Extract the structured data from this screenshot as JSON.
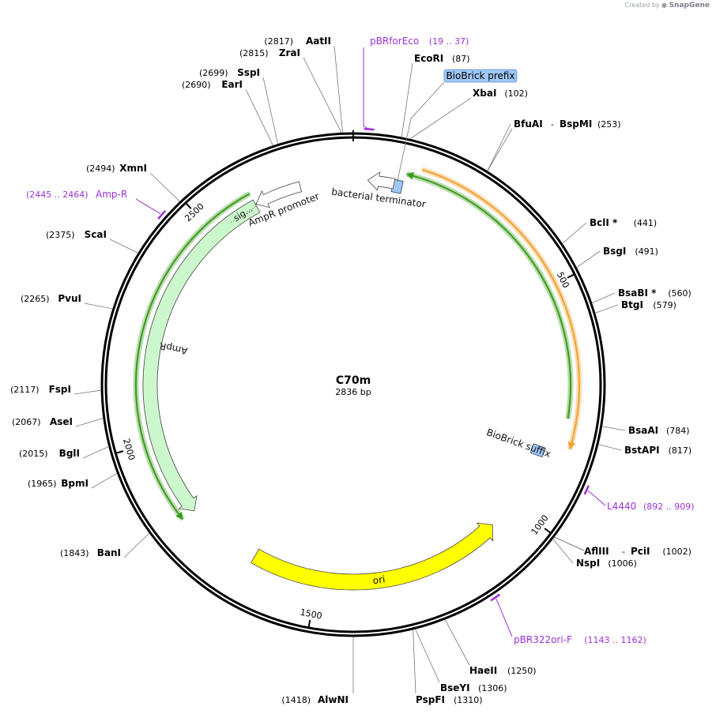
{
  "watermark": {
    "prefix": "Created by",
    "brand": "SnapGene"
  },
  "plasmid": {
    "name": "C70m",
    "length_label": "2836 bp",
    "length": 2836
  },
  "ticks": [
    {
      "pos": 500,
      "label": "500"
    },
    {
      "pos": 1000,
      "label": "1000"
    },
    {
      "pos": 1500,
      "label": "1500"
    },
    {
      "pos": 2000,
      "label": "2000"
    },
    {
      "pos": 2500,
      "label": "2500"
    }
  ],
  "sites": [
    {
      "name": "AatII",
      "pos": "(2817)",
      "p": 2817
    },
    {
      "name": "ZraI",
      "pos": "(2815)",
      "p": 2815
    },
    {
      "name": "SspI",
      "pos": "(2699)",
      "p": 2699
    },
    {
      "name": "EarI",
      "pos": "(2690)",
      "p": 2690
    },
    {
      "name": "XmnI",
      "pos": "(2494)",
      "p": 2494
    },
    {
      "name": "ScaI",
      "pos": "(2375)",
      "p": 2375
    },
    {
      "name": "PvuI",
      "pos": "(2265)",
      "p": 2265
    },
    {
      "name": "FspI",
      "pos": "(2117)",
      "p": 2117
    },
    {
      "name": "AseI",
      "pos": "(2067)",
      "p": 2067
    },
    {
      "name": "BglI",
      "pos": "(2015)",
      "p": 2015
    },
    {
      "name": "BpmI",
      "pos": "(1965)",
      "p": 1965
    },
    {
      "name": "BanI",
      "pos": "(1843)",
      "p": 1843
    },
    {
      "name": "AlwNI",
      "pos": "(1418)",
      "p": 1418
    },
    {
      "name": "PspFI",
      "pos": "(1310)",
      "p": 1310
    },
    {
      "name": "BseYI",
      "pos": "(1306)",
      "p": 1306
    },
    {
      "name": "HaeII",
      "pos": "(1250)",
      "p": 1250
    },
    {
      "name": "NspI",
      "pos": "(1006)",
      "p": 1006
    },
    {
      "name": "AflIII",
      "pos": "",
      "p": 1002
    },
    {
      "name": "PciI",
      "pos": "(1002)",
      "p": 1002
    },
    {
      "name": "BstAPI",
      "pos": "(817)",
      "p": 817
    },
    {
      "name": "BsaAI",
      "pos": "(784)",
      "p": 784
    },
    {
      "name": "BtgI",
      "pos": "(579)",
      "p": 579
    },
    {
      "name": "BsaBI *",
      "pos": "(560)",
      "p": 560
    },
    {
      "name": "BsgI",
      "pos": "(491)",
      "p": 491
    },
    {
      "name": "BclI *",
      "pos": "(441)",
      "p": 441
    },
    {
      "name": "BfuAI",
      "pos": "",
      "p": 253
    },
    {
      "name": "BspMI",
      "pos": "(253)",
      "p": 253
    },
    {
      "name": "XbaI",
      "pos": "(102)",
      "p": 102
    },
    {
      "name": "EcoRI",
      "pos": "(87)",
      "p": 87
    }
  ],
  "primers": [
    {
      "name": "pBRforEco",
      "range": "(19 .. 37)",
      "start": 19,
      "end": 37
    },
    {
      "name": "Amp-R",
      "range": "(2445 .. 2464)",
      "start": 2445,
      "end": 2464
    },
    {
      "name": "L4440",
      "range": "(892 .. 909)",
      "start": 892,
      "end": 909
    },
    {
      "name": "pBR322ori-F",
      "range": "(1143 .. 1162)",
      "start": 1143,
      "end": 1162
    }
  ],
  "features": [
    {
      "name": "BioBrick prefix",
      "kind": "box",
      "start": 88,
      "end": 109,
      "color": "#9ec7f5"
    },
    {
      "name": "bacterial terminator",
      "kind": "arrow",
      "dir": "ccw",
      "start": 32,
      "end": 90,
      "color": "#ffffff"
    },
    {
      "name": "BioBrick suffix",
      "kind": "box",
      "start": 853,
      "end": 874,
      "color": "#9ec7f5"
    },
    {
      "name": "ori",
      "kind": "arrow",
      "dir": "ccw",
      "start": 1065,
      "end": 1653,
      "color": "#ffff00"
    },
    {
      "name": "AmpR",
      "kind": "arrow",
      "dir": "ccw",
      "start": 1824,
      "end": 2612,
      "color": "#ccf7cc"
    },
    {
      "name": "sig...",
      "kind": "segment",
      "start": 2544,
      "end": 2612,
      "color": "#ccf7cc"
    },
    {
      "name": "AmpR promoter",
      "kind": "arrow",
      "dir": "ccw",
      "start": 2613,
      "end": 2718,
      "color": "#ffffff"
    }
  ],
  "orfs": [
    {
      "start": 140,
      "end": 840,
      "dir": "cw",
      "color": "#f0a030"
    },
    {
      "start": 112,
      "end": 780,
      "dir": "ccw",
      "color": "#3a9a1a"
    },
    {
      "start": 1825,
      "end": 2612,
      "dir": "ccw",
      "color": "#3a9a1a"
    }
  ]
}
